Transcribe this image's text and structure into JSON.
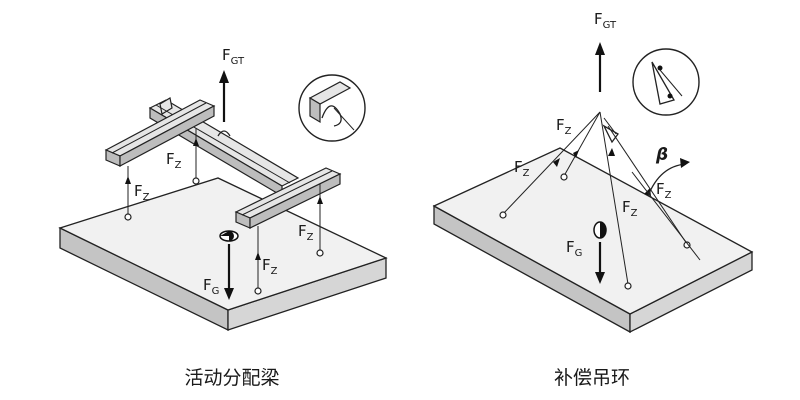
{
  "left_figure": {
    "caption": "活动分配梁",
    "force_gt": {
      "main": "F",
      "sub": "GT"
    },
    "force_g": {
      "main": "F",
      "sub": "G"
    },
    "force_z": {
      "main": "F",
      "sub": "Z"
    }
  },
  "right_figure": {
    "caption": "补偿吊环",
    "force_gt": {
      "main": "F",
      "sub": "GT"
    },
    "force_g": {
      "main": "F",
      "sub": "G"
    },
    "force_z": {
      "main": "F",
      "sub": "Z"
    },
    "angle_label": "β"
  }
}
